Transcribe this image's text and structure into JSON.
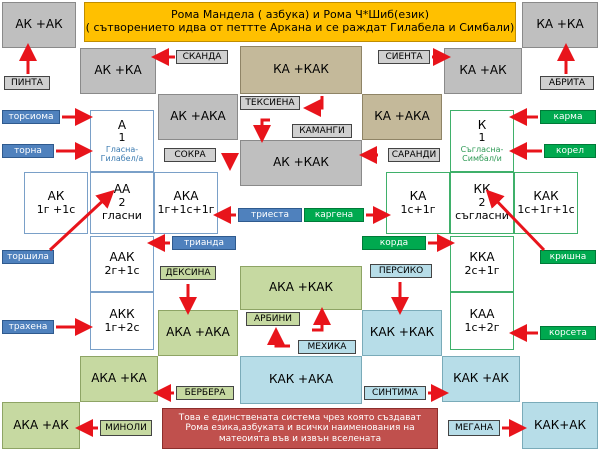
{
  "title": "Рома Мандела ( азбука) и  Рома Ч*Шиб(език)\n( сътворението идва от петтте Аркана и се раждат Гилабела и Симбали)",
  "description": "Това е единствената система  чрез която създават\nРома езика,азбуката и всички наименования на\nматеоията във и извън вселената",
  "blocks": {
    "top_left": "АК +АК",
    "top_right": "КА +КА",
    "r1_left": "АК +КА",
    "r1_mid": "КА +КАК",
    "r1_right": "КА +АК",
    "r2_left": "АК +АКА",
    "r2_right": "КА +АКА",
    "r3_mid": "АК +КАК",
    "r5_mid": "АКА +КАК",
    "r6_left": "АКА +АКА",
    "r6_right": "КАК +КАК",
    "r7_left": "АКА +КА",
    "r7_mid": "КАК +АКА",
    "r7_right": "КАК +АК",
    "bottom_left": "АКА +АК",
    "bottom_right": "КАК+АК"
  },
  "cards": {
    "a": {
      "letter": "А",
      "num": "1",
      "sub": "Гласна-Гилабел/а"
    },
    "aa": {
      "letter": "АА",
      "num": "2",
      "sub": "гласни"
    },
    "ak": {
      "letter": "АК",
      "val": "1г +1с"
    },
    "aka": {
      "letter": "АКА",
      "val": "1г+1с+1г"
    },
    "aak": {
      "letter": "ААК",
      "val": "2г+1с"
    },
    "akk": {
      "letter": "АКК",
      "val": "1г+2с"
    },
    "k": {
      "letter": "К",
      "num": "1",
      "sub": "Съгласна-Симбал/и"
    },
    "kk": {
      "letter": "КК",
      "num": "2",
      "sub": "съгласни"
    },
    "ka": {
      "letter": "КА",
      "val": "1с+1г"
    },
    "kak": {
      "letter": "КАК",
      "val": "1с+1г+1с"
    },
    "kka": {
      "letter": "ККА",
      "val": "2с+1г"
    },
    "kaa": {
      "letter": "КАА",
      "val": "1с+2г"
    }
  },
  "tags": {
    "pinta": "ПИНТА",
    "skanda": "СКАНДА",
    "sienta": "СИЕНТА",
    "abrita": "АБРИТА",
    "teksiena": "ТЕКСИЕНА",
    "kamangi": "КАМАНГИ",
    "sokra": "СОКРА",
    "sarandi": "САРАНДИ",
    "torsioma": "торсиома",
    "torna": "торна",
    "karma": "карма",
    "korel": "корел",
    "triesta": "триеста",
    "kargena": "каргена",
    "trianda": "трианда",
    "korda": "корда",
    "torshila": "торшила",
    "krishna": "кришна",
    "deksina": "ДЕКСИНА",
    "persiko": "ПЕРСИКО",
    "trahena": "трахена",
    "korseta": "корсета",
    "arbini": "АРБИНИ",
    "mehika": "МЕХИКА",
    "berbera": "БЕРБЕРА",
    "sintima": "СИНТИМА",
    "minoli": "МИНОЛИ",
    "megana": "МЕГАНА"
  },
  "colors": {
    "title_bg": "#ffc000",
    "grey": "#bfbfbf",
    "tan": "#c4b99a",
    "light_green": "#c6d9a1",
    "light_blue": "#b7dde8",
    "blue_tag": "#4f81bd",
    "green_tag": "#00a94f",
    "red_box": "#c0504d",
    "arrow": "#e8141b"
  }
}
